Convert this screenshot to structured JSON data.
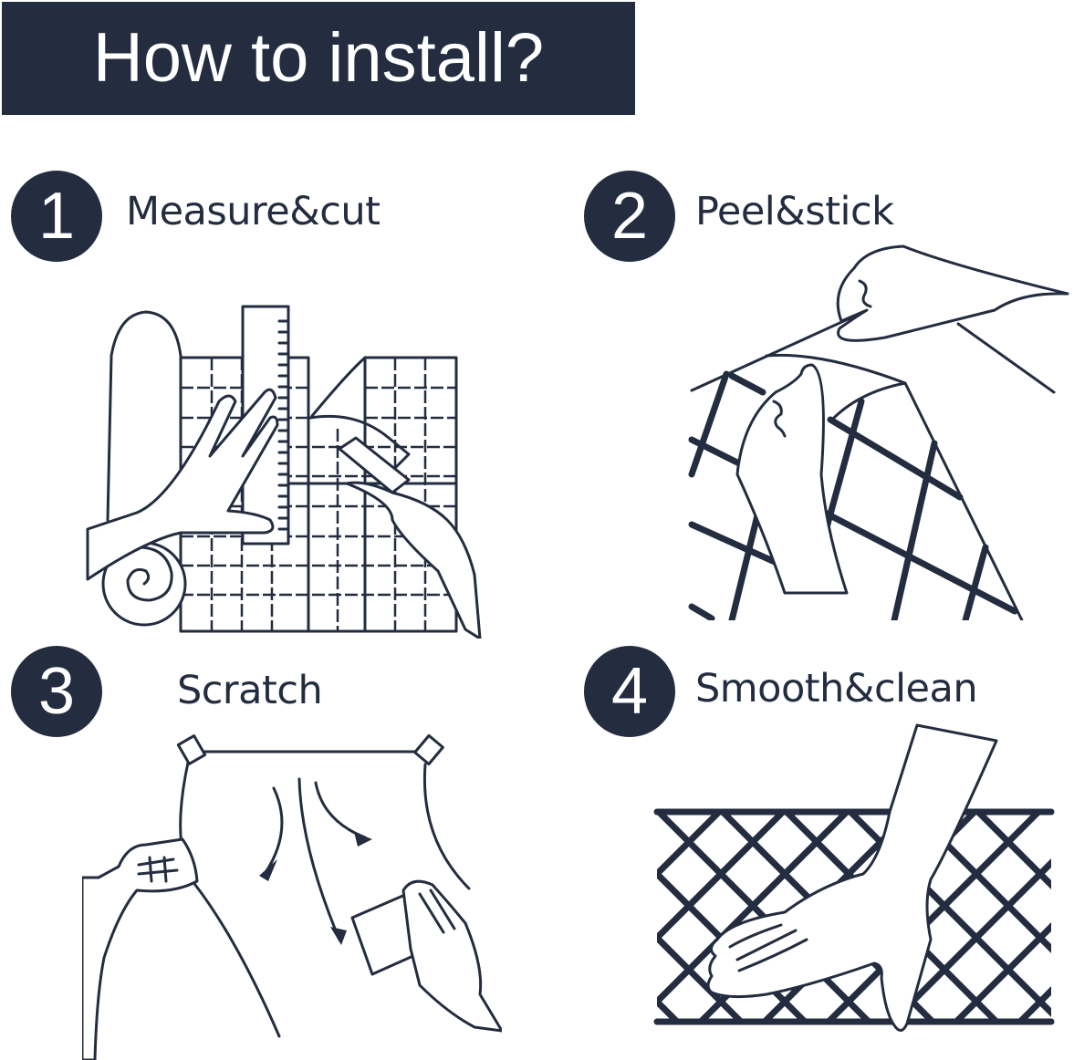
{
  "banner": {
    "title": "How to install?"
  },
  "colors": {
    "navy": "#232d3f",
    "background": "#ffffff",
    "text_on_navy": "#ffffff"
  },
  "steps": [
    {
      "number": "1",
      "label": "Measure&cut",
      "illustration": "hands-measuring-and-cutting-grid-sheet-with-ruler-and-knife"
    },
    {
      "number": "2",
      "label": "Peel&stick",
      "illustration": "hands-peeling-backing-from-diamond-pattern-sheet"
    },
    {
      "number": "3",
      "label": "Scratch",
      "illustration": "hands-smoothing-sheet-with-scraper-arrows-downward"
    },
    {
      "number": "4",
      "label": "Smooth&clean",
      "illustration": "hand-smoothing-applied-diamond-pattern-sheet"
    }
  ]
}
